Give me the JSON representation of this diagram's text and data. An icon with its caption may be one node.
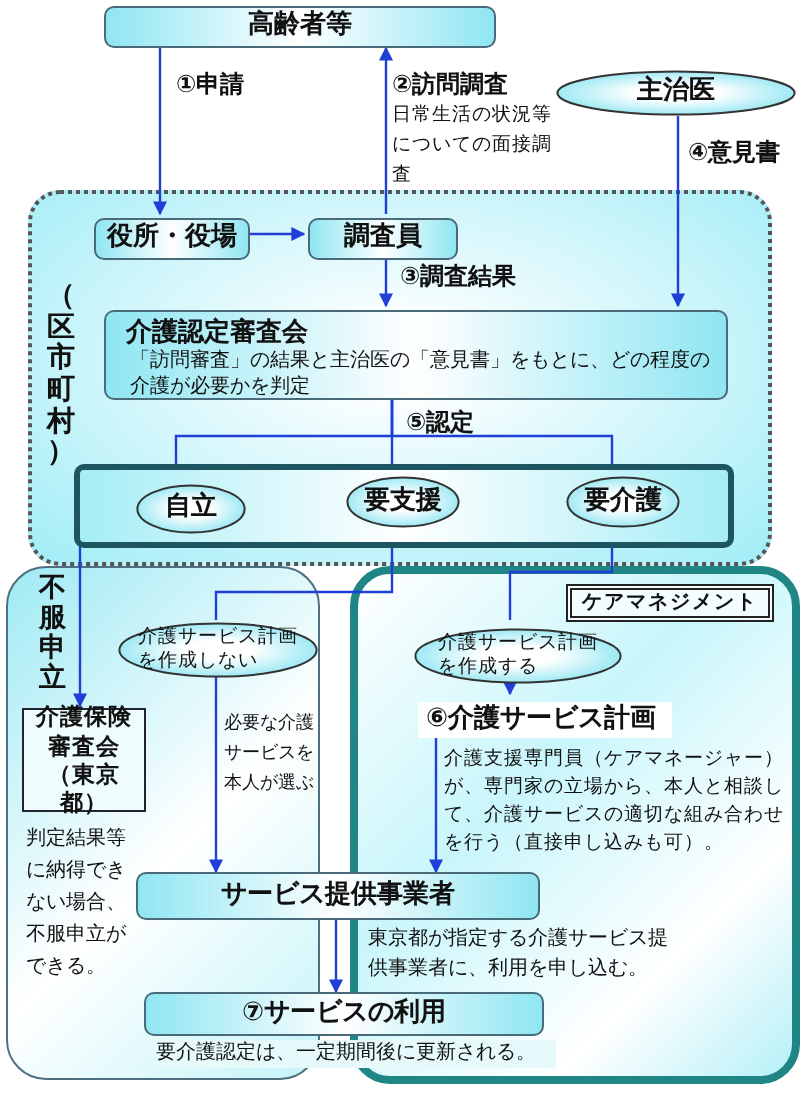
{
  "diagram": {
    "nodes": [
      {
        "text": [
          "高齢者等"
        ]
      },
      {
        "text": [
          "主治医"
        ]
      },
      {
        "text": [
          "（区市町村）"
        ]
      },
      {
        "text": [
          "役所・役場"
        ],
        "in": 2
      },
      {
        "text": [
          "調査員"
        ],
        "in": 2
      },
      {
        "text": [
          "介護認定審査会",
          "「訪問審査」の結果と主治医の「意見書」をもとに、どの程度の介護が必要かを判定"
        ],
        "in": 2
      },
      {
        "text": [],
        "shape": "box",
        "in": 2
      },
      {
        "text": [
          "自立"
        ],
        "in": 6
      },
      {
        "text": [
          "要支援"
        ],
        "in": 6
      },
      {
        "text": [
          "要介護"
        ],
        "in": 6
      },
      {
        "text": [
          "不服申立",
          "判定結果等に納得できない場合、不服申立ができる。"
        ]
      },
      {
        "text": [
          "ケアマネジメント"
        ]
      },
      {
        "text": [
          "介護保険審査会（東京都）"
        ],
        "in": 10
      },
      {
        "text": [
          "介護サービス計画を作成しない"
        ],
        "in": 10
      },
      {
        "text": [
          "介護サービス計画を作成する"
        ],
        "in": 11
      },
      {
        "text": [
          "⑥介護サービス計画"
        ],
        "in": 11,
        "beside": [
          "介護支援専門員（ケアマネージャー）が、専門家の立場から、本人と相談して、介護サービスの適切な組み合わせを行う（直接申し込みも可）。"
        ]
      },
      {
        "text": [
          "サービス提供事業者"
        ]
      },
      {
        "text": [
          "⑦サービスの利用"
        ],
        "beside": [
          "要介護認定は、一定期間後に更新される。"
        ]
      }
    ],
    "edges": [
      {
        "from": 0,
        "to": 3,
        "arrow": "to",
        "label": "①申請"
      },
      {
        "from": 3,
        "to": 4,
        "arrow": "to"
      },
      {
        "from": 4,
        "to": 0,
        "arrow": "to",
        "label": "②訪問調査"
      },
      {
        "from": 4,
        "to": 5,
        "arrow": "to",
        "label": "③調査結果"
      },
      {
        "from": 1,
        "to": 5,
        "arrow": "to",
        "label": "④意見書"
      },
      {
        "from": 5,
        "to": 7,
        "arrow": "none",
        "label": "⑤認定"
      },
      {
        "from": 5,
        "to": 8,
        "arrow": "none"
      },
      {
        "from": 5,
        "to": 9,
        "arrow": "none"
      },
      {
        "from": 6,
        "to": 12,
        "arrow": "to"
      },
      {
        "from": 6,
        "to": 13,
        "arrow": "none"
      },
      {
        "from": 6,
        "to": 14,
        "arrow": "none"
      },
      {
        "from": 14,
        "to": 15,
        "arrow": "to"
      },
      {
        "from": 13,
        "to": 16,
        "arrow": "to",
        "label": "必要な介護サービスを本人が選ぶ"
      },
      {
        "from": 15,
        "to": 16,
        "arrow": "to"
      },
      {
        "from": 16,
        "to": 17,
        "arrow": "to",
        "label": "東京都が指定する介護サービス提供事業者に、利用を申し込む。"
      }
    ],
    "labels": [
      "日常生活の状況等についての面接調査"
    ]
  }
}
